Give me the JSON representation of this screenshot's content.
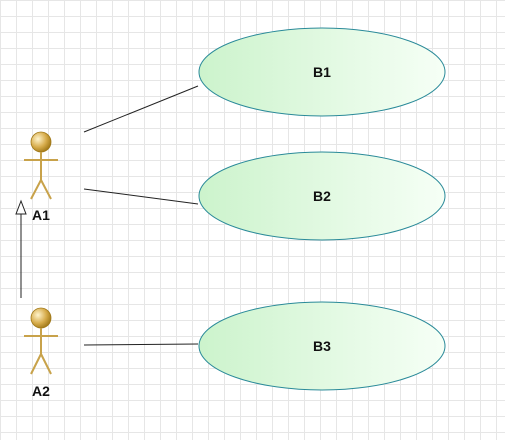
{
  "diagram": {
    "actors": [
      {
        "id": "a1",
        "label": "A1"
      },
      {
        "id": "a2",
        "label": "A2"
      }
    ],
    "use_cases": [
      {
        "id": "b1",
        "label": "B1"
      },
      {
        "id": "b2",
        "label": "B2"
      },
      {
        "id": "b3",
        "label": "B3"
      }
    ],
    "associations": [
      {
        "from": "A1",
        "to": "B1"
      },
      {
        "from": "A1",
        "to": "B2"
      },
      {
        "from": "A2",
        "to": "B3"
      }
    ],
    "generalizations": [
      {
        "from": "A2",
        "to": "A1"
      }
    ]
  },
  "colors": {
    "use_case_fill_light": "#f4fff4",
    "use_case_fill_dark": "#ccf3cc",
    "use_case_stroke": "#2a8a99",
    "actor_body": "#c8a24a",
    "actor_head_light": "#fff4cc",
    "actor_head_dark": "#a07818",
    "line": "#222222"
  }
}
